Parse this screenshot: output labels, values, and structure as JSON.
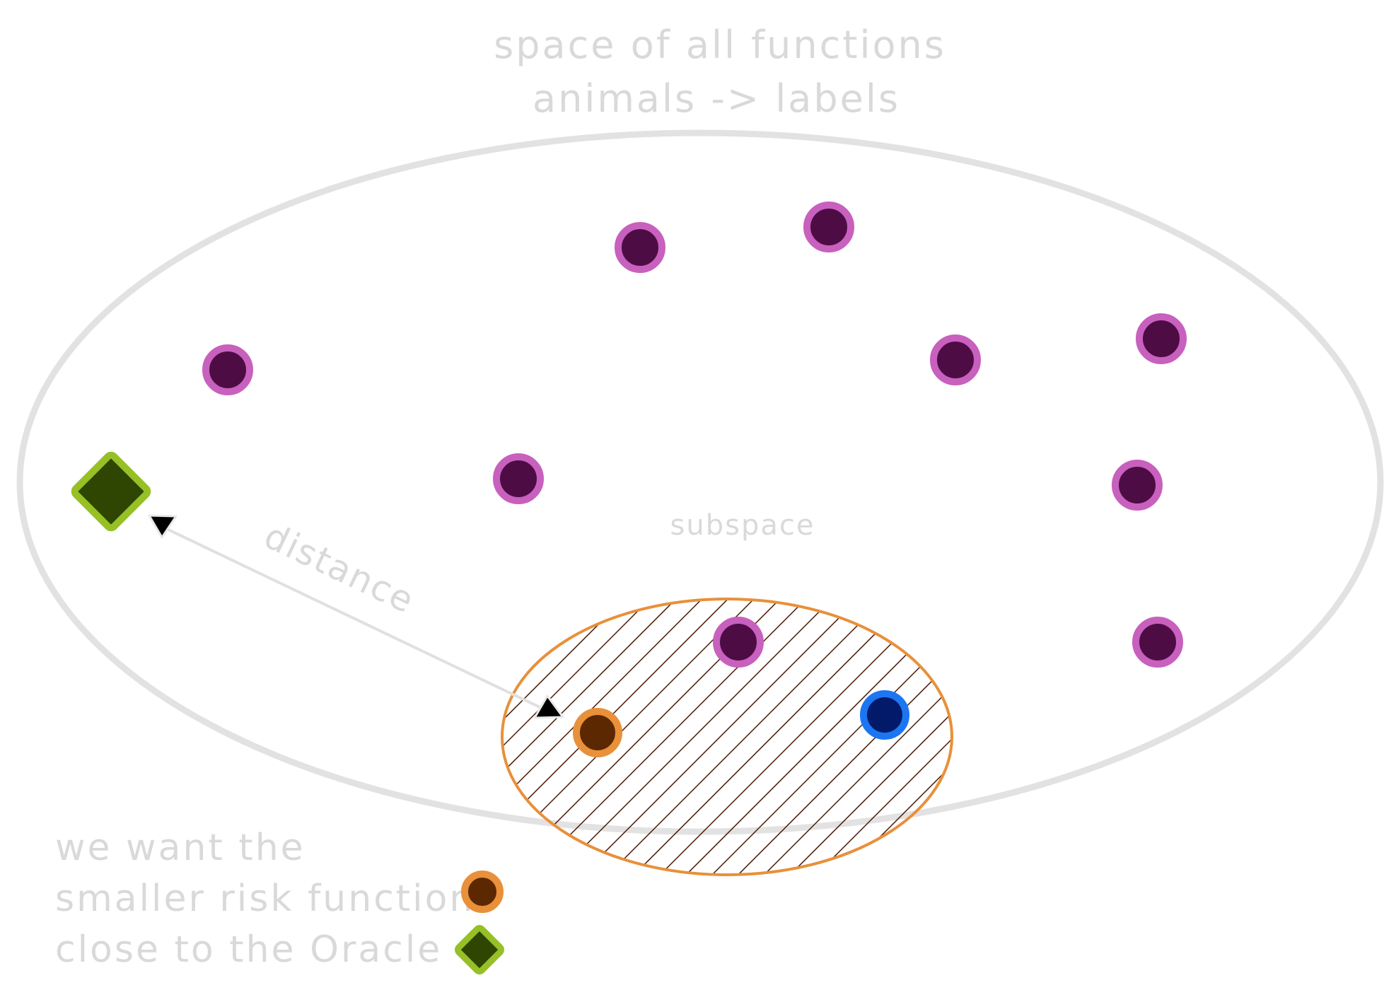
{
  "title": {
    "line1": "space of all functions",
    "line2": "animals -> labels"
  },
  "subspace_label": "subspace",
  "distance_label": "distance",
  "legend": {
    "line1": "we want the",
    "line2": "smaller risk function",
    "line3": "close to the Oracle"
  },
  "colors": {
    "outer_ellipse": "#e2e2e2",
    "text": "#d9d9d9",
    "function_fill": "#4e0c44",
    "function_ring": "#c860be",
    "subspace_stroke": "#e8903a",
    "hatch": "#4a1a08",
    "risk_fill": "#5c2802",
    "risk_ring": "#e8903a",
    "blue_fill": "#031a6a",
    "blue_ring": "#1c76f2",
    "oracle_fill": "#2e4602",
    "oracle_ring": "#96c026",
    "arrow": "#e0e0e0"
  },
  "icons": {
    "function": "filled-circle",
    "oracle": "diamond",
    "arrowhead": "triangle"
  }
}
